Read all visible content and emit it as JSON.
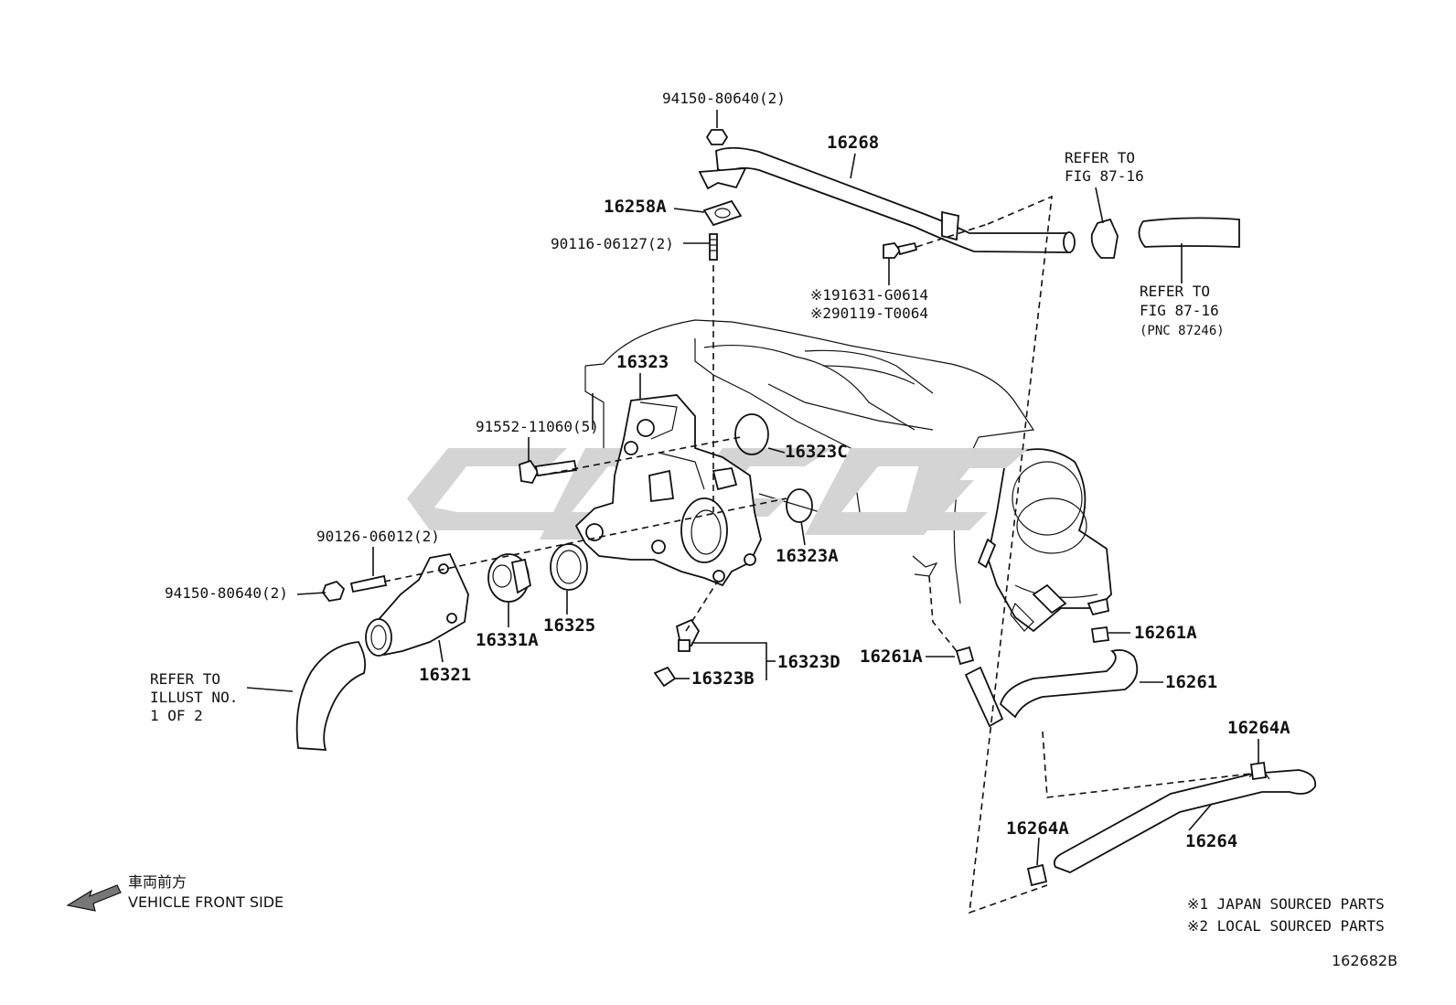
{
  "labels": {
    "p94150_top": "94150-80640(2)",
    "p16268": "16268",
    "p16258A": "16258A",
    "p90116": "90116-06127(2)",
    "refer_top_1": "REFER TO",
    "refer_top_2": "FIG 87-16",
    "refer_right_1": "REFER TO",
    "refer_right_2": "FIG 87-16",
    "refer_right_3": "(PNC 87246)",
    "p191631": "※191631-G0614",
    "p290119": "※290119-T0064",
    "p16323": "16323",
    "p91552": "91552-11060(5)",
    "p16323C": "16323C",
    "p16323A": "16323A",
    "p90126": "90126-06012(2)",
    "p94150_left": "94150-80640(2)",
    "p16331A": "16331A",
    "p16325": "16325",
    "p16321": "16321",
    "p16323D": "16323D",
    "p16323B": "16323B",
    "p16261A_left": "16261A",
    "p16261A_right": "16261A",
    "p16261": "16261",
    "p16264A_top": "16264A",
    "p16264A_bottom": "16264A",
    "p16264": "16264",
    "refer_illust_1": "REFER TO",
    "refer_illust_2": "ILLUST NO.",
    "refer_illust_3": "1 OF 2"
  },
  "front": {
    "jp": "車両前方",
    "en": "VEHICLE FRONT SIDE"
  },
  "notes": {
    "n1": "※1 JAPAN SOURCED PARTS",
    "n2": "※2 LOCAL SOURCED PARTS"
  },
  "figure_id": "162682B",
  "colors": {
    "line": "#111111",
    "watermark": "#d4d4d4",
    "background": "#ffffff"
  }
}
